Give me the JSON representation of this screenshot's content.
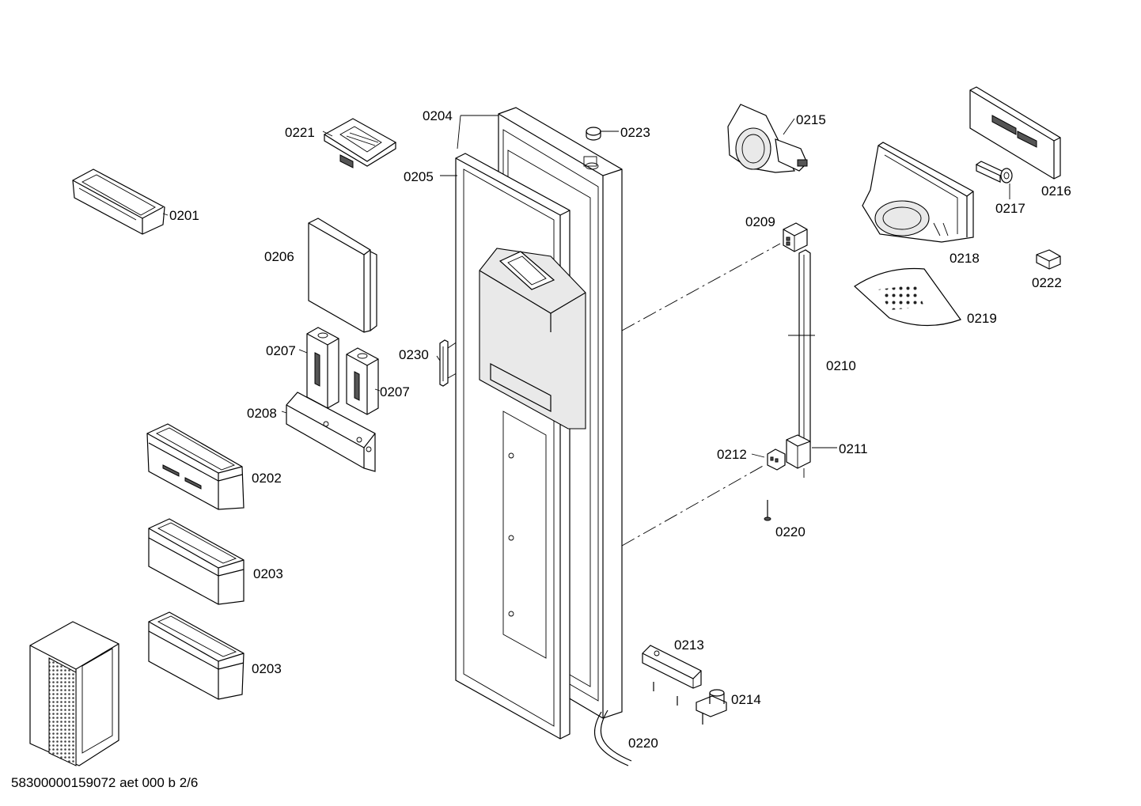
{
  "footer": {
    "document_code": "58300000159072 aet 000 b 2/6"
  },
  "part_labels": {
    "p0201": "0201",
    "p0202": "0202",
    "p0203a": "0203",
    "p0203b": "0203",
    "p0204": "0204",
    "p0205": "0205",
    "p0206": "0206",
    "p0207a": "0207",
    "p0207b": "0207",
    "p0208": "0208",
    "p0209": "0209",
    "p0210": "0210",
    "p0211": "0211",
    "p0212": "0212",
    "p0213": "0213",
    "p0214": "0214",
    "p0215": "0215",
    "p0216": "0216",
    "p0217": "0217",
    "p0218": "0218",
    "p0219": "0219",
    "p0220a": "0220",
    "p0220b": "0220",
    "p0221": "0221",
    "p0222": "0222",
    "p0223": "0223",
    "p0230": "0230"
  }
}
